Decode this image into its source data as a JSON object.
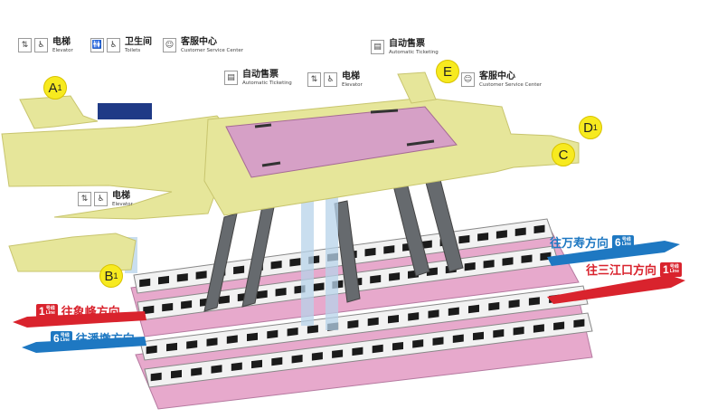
{
  "signs": {
    "elevator_1": {
      "cn": "电梯",
      "en": "Elevator"
    },
    "toilets": {
      "cn": "卫生间",
      "en": "Toilets"
    },
    "service_1": {
      "cn": "客服中心",
      "en": "Customer Service Center"
    },
    "ticketing_1": {
      "cn": "自动售票",
      "en": "Automatic Ticketing"
    },
    "elevator_2": {
      "cn": "电梯",
      "en": "Elevator"
    },
    "ticketing_2": {
      "cn": "自动售票",
      "en": "Automatic Ticketing"
    },
    "service_2": {
      "cn": "客服中心",
      "en": "Customer Service Center"
    },
    "elevator_3": {
      "cn": "电梯",
      "en": "Elevator"
    }
  },
  "exits": {
    "a1": {
      "letter": "A",
      "sub": "1"
    },
    "b1": {
      "letter": "B",
      "sub": "1"
    },
    "c": {
      "letter": "C",
      "sub": ""
    },
    "d1": {
      "letter": "D",
      "sub": "1"
    },
    "e": {
      "letter": "E",
      "sub": ""
    }
  },
  "directions": {
    "wanshou": {
      "line_num": "6",
      "line_cn": "号线",
      "line_en": "Line",
      "text": "往万寿方向",
      "color": "#1e78c2"
    },
    "sanjiangkou": {
      "line_num": "1",
      "line_cn": "号线",
      "line_en": "Line",
      "text": "往三江口方向",
      "color": "#d9232d"
    },
    "xiangfeng": {
      "line_num": "1",
      "line_cn": "号线",
      "line_en": "Line",
      "text": "往象峰方向",
      "color": "#d9232d"
    },
    "pandun": {
      "line_num": "6",
      "line_cn": "号线",
      "line_en": "Line",
      "text": "往潘墩方向",
      "color": "#1e78c2"
    }
  },
  "colors": {
    "concourse": "#e6e69a",
    "concourse_edge": "#c8c56e",
    "paid_area": "#d6a0c6",
    "platform": "#e7a9cc",
    "train_body": "#f2f2f2",
    "train_window": "#1b1b1b",
    "escalator": "#666a6e",
    "elevator_shaft": "#b7d3ea",
    "toilet_block": "#1f3a86",
    "line1": "#d9232d",
    "line6": "#1e78c2"
  }
}
